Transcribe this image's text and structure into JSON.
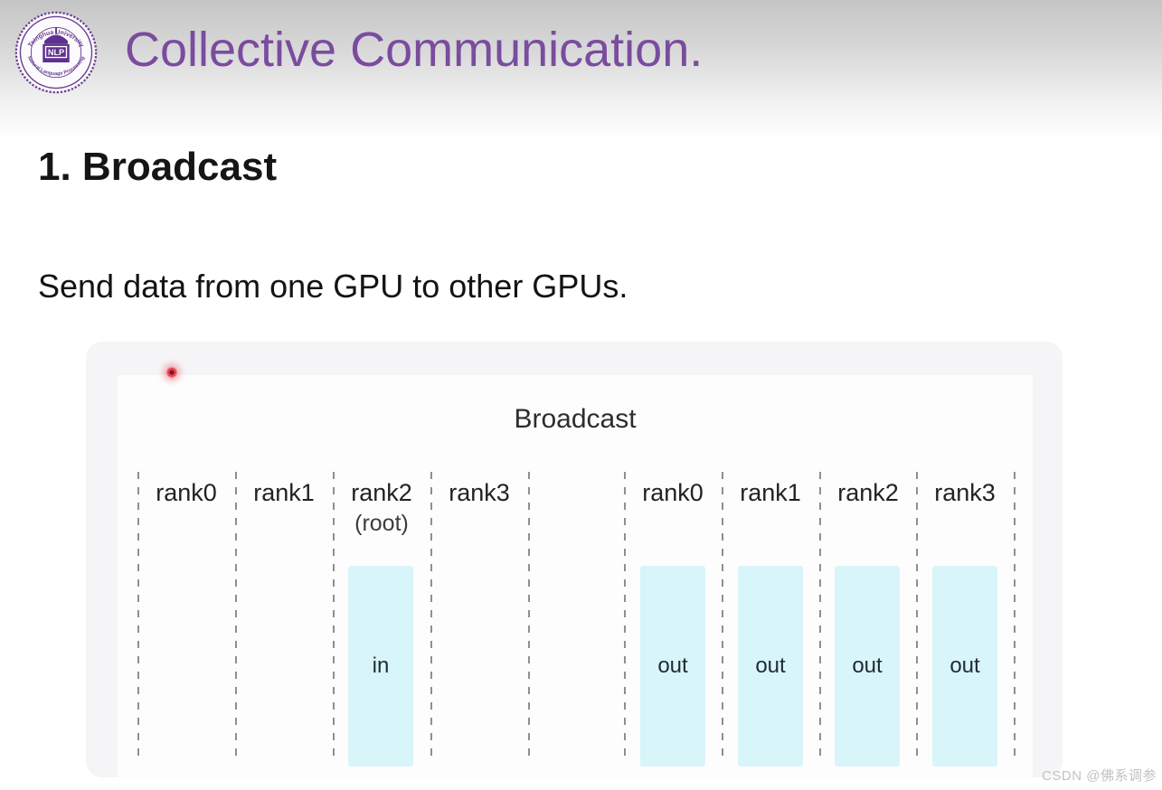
{
  "header": {
    "title": "Collective Communication.",
    "logo": {
      "center_text": "NLP",
      "top_arc_text": "Tsinghua University",
      "bottom_arc_text": "Natural Language Processing"
    }
  },
  "slide": {
    "heading": "1. Broadcast",
    "subtitle": "Send data from one GPU to other GPUs."
  },
  "diagram": {
    "title": "Broadcast",
    "left_columns": [
      {
        "label": "rank0"
      },
      {
        "label": "rank1"
      },
      {
        "label": "rank2",
        "sublabel": "(root)"
      },
      {
        "label": "rank3"
      }
    ],
    "right_columns": [
      {
        "label": "rank0"
      },
      {
        "label": "rank1"
      },
      {
        "label": "rank2"
      },
      {
        "label": "rank3"
      }
    ],
    "input_block": {
      "label": "in"
    },
    "output_blocks": [
      {
        "label": "out"
      },
      {
        "label": "out"
      },
      {
        "label": "out"
      },
      {
        "label": "out"
      }
    ]
  },
  "watermark": "CSDN @佛系调参",
  "colors": {
    "title_purple": "#7a4c9e",
    "logo_purple": "#5e3190",
    "block_cyan": "#d8f5f9",
    "dash_gray": "#8f8f8f",
    "laser_red": "#e8404e",
    "card_gray": "#f5f5f7",
    "watermark_gray": "#c2c2c2",
    "bg_gradient_top": "#c5c5c6",
    "bg_gradient_bottom": "#ffffff"
  }
}
